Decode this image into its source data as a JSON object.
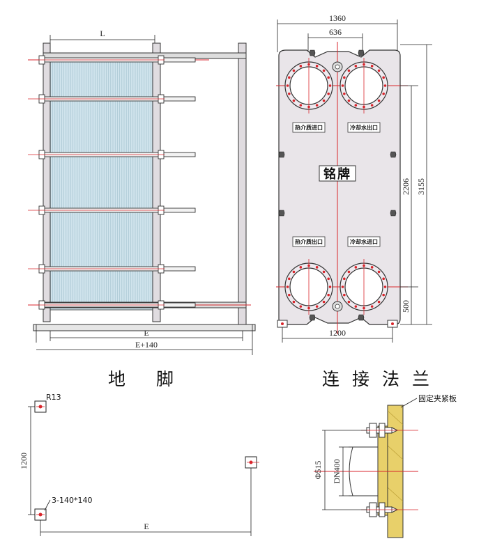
{
  "front_view": {
    "dim_top": "L",
    "dim_bottom_inner": "E",
    "dim_bottom_outer": "E+140"
  },
  "side_view": {
    "dim_width": "1360",
    "dim_port_spacing": "636",
    "dim_height_total": "3155",
    "dim_height_port": "2206",
    "dim_bottom": "500",
    "dim_base_width": "1200",
    "label_hot_in": "热介质进口",
    "label_cool_out": "冷却水出口",
    "label_hot_out": "热介质出口",
    "label_cool_in": "冷却水进口",
    "nameplate": "铭牌"
  },
  "foot_section": {
    "title": "地 脚",
    "radius_label": "R13",
    "dim_vertical": "1200",
    "pad_label": "3-140*140",
    "dim_horizontal": "E"
  },
  "flange_section": {
    "title": "连接法兰",
    "plate_label": "固定夹紧板",
    "dim_outer": "Φ515",
    "dim_inner": "DN400"
  },
  "colors": {
    "line": "#222222",
    "plate_fill": "#cfe3ec",
    "body_fill": "#e9e5e9",
    "red": "#d9262c",
    "flange_fill": "#e8d06a"
  }
}
